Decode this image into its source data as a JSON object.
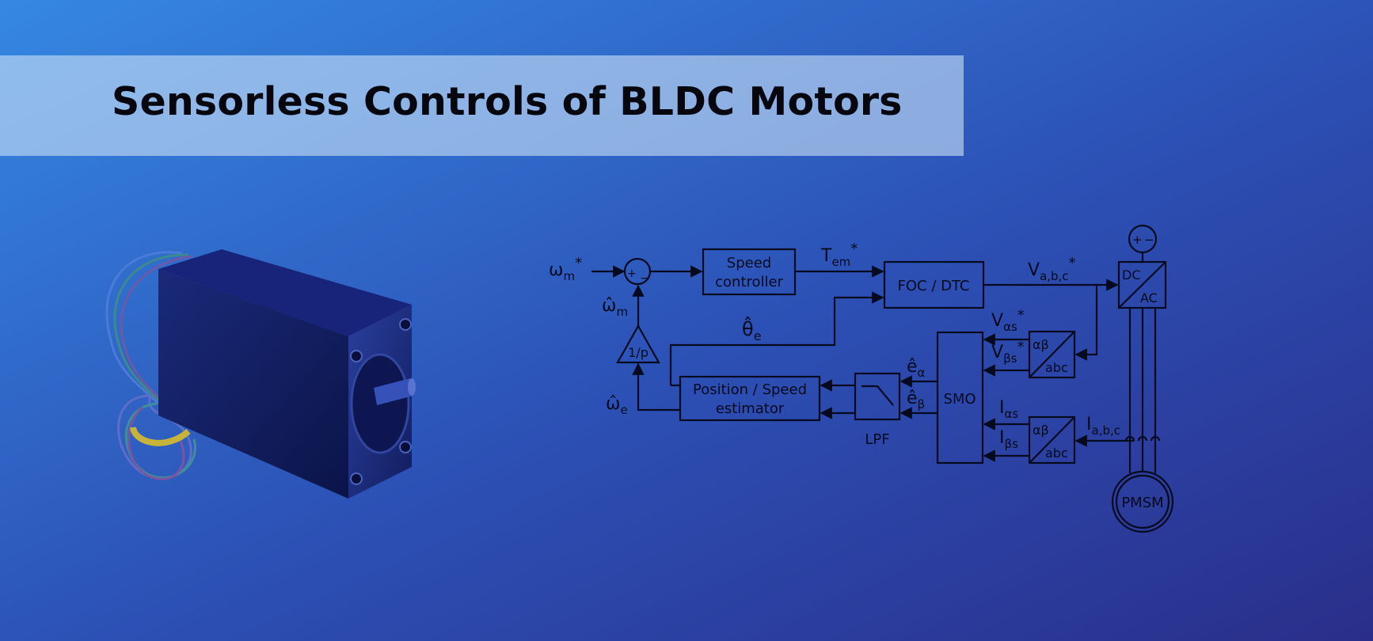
{
  "title": "Sensorless Controls of BLDC Motors",
  "colors": {
    "background_start": "#3588e2",
    "background_end": "#2a2e8a",
    "title_band": "#c8def5",
    "ink": "#060a1e"
  },
  "diagram": {
    "blocks": {
      "speed_controller": [
        "Speed",
        "controller"
      ],
      "foc_dtc": "FOC / DTC",
      "smo": "SMO",
      "estimator": [
        "Position / Speed",
        "estimator"
      ],
      "lpf": "LPF",
      "gain": "1/p",
      "conv_top": {
        "a": "αβ",
        "b": "abc"
      },
      "conv_bottom": {
        "a": "αβ",
        "b": "abc"
      },
      "inverter": {
        "a": "DC",
        "b": "AC"
      },
      "motor": "PMSM"
    },
    "signals": {
      "wm_ref": {
        "main": "ω",
        "sub": "m",
        "sup": "*"
      },
      "wm_hat": {
        "main": "ω̂",
        "sub": "m"
      },
      "we_hat": {
        "main": "ω̂",
        "sub": "e"
      },
      "tem_ref": {
        "main": "T",
        "sub": "em",
        "sup": "*"
      },
      "theta_hat": {
        "main": "θ̂",
        "sub": "e"
      },
      "vabc_ref": {
        "main": "V",
        "sub": "a,b,c",
        "sup": "*"
      },
      "valpha_ref": {
        "main": "V",
        "sub": "αs",
        "sup": "*"
      },
      "vbeta_ref": {
        "main": "V",
        "sub": "βs",
        "sup": "*"
      },
      "ealpha_hat": {
        "main": "ê",
        "sub": "α"
      },
      "ebeta_hat": {
        "main": "ê",
        "sub": "β"
      },
      "ialpha": {
        "main": "I",
        "sub": "αs"
      },
      "ibeta": {
        "main": "I",
        "sub": "βs"
      },
      "iabc": {
        "main": "I",
        "sub": "a,b,c"
      }
    },
    "sum_signs": {
      "plus": "+",
      "minus": "−"
    },
    "dc_source_signs": {
      "plus": "+",
      "minus": "−"
    }
  }
}
